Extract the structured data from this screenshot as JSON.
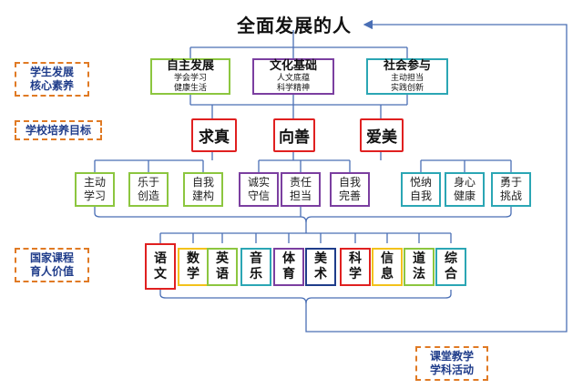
{
  "title": "全面发展的人",
  "side_labels": {
    "core_literacy": [
      "学生发展",
      "核心素养"
    ],
    "school_goals": "学校培养目标",
    "curriculum": [
      "国家课程",
      "育人价值"
    ],
    "activities": [
      "课堂教学",
      "学科活动"
    ]
  },
  "core": [
    {
      "title": "自主发展",
      "sub": [
        "学会学习",
        "健康生活"
      ],
      "color": "#8cc63f"
    },
    {
      "title": "文化基础",
      "sub": [
        "人文底蕴",
        "科学精神"
      ],
      "color": "#7b3fa0"
    },
    {
      "title": "社会参与",
      "sub": [
        "主动担当",
        "实践创新"
      ],
      "color": "#2ba6b4"
    }
  ],
  "goals": [
    "求真",
    "向善",
    "爱美"
  ],
  "goal_color": "#e02020",
  "subgoals": [
    {
      "label": [
        "主动",
        "学习"
      ],
      "color": "#8cc63f"
    },
    {
      "label": [
        "乐于",
        "创造"
      ],
      "color": "#8cc63f"
    },
    {
      "label": [
        "自我",
        "建构"
      ],
      "color": "#8cc63f"
    },
    {
      "label": [
        "诚实",
        "守信"
      ],
      "color": "#7b3fa0"
    },
    {
      "label": [
        "责任",
        "担当"
      ],
      "color": "#7b3fa0"
    },
    {
      "label": [
        "自我",
        "完善"
      ],
      "color": "#7b3fa0"
    },
    {
      "label": [
        "悦纳",
        "自我"
      ],
      "color": "#2ba6b4"
    },
    {
      "label": [
        "身心",
        "健康"
      ],
      "color": "#2ba6b4"
    },
    {
      "label": [
        "勇于",
        "挑战"
      ],
      "color": "#2ba6b4"
    }
  ],
  "subjects": [
    {
      "label": [
        "语",
        "文"
      ],
      "color": "#e02020"
    },
    {
      "label": [
        "数",
        "学"
      ],
      "color": "#f2c21b"
    },
    {
      "label": [
        "英",
        "语"
      ],
      "color": "#8cc63f"
    },
    {
      "label": [
        "音",
        "乐"
      ],
      "color": "#2ba6b4"
    },
    {
      "label": [
        "体",
        "育"
      ],
      "color": "#7b3fa0"
    },
    {
      "label": [
        "美",
        "术"
      ],
      "color": "#1f3c8a"
    },
    {
      "label": [
        "科",
        "学"
      ],
      "color": "#e02020"
    },
    {
      "label": [
        "信",
        "息"
      ],
      "color": "#f2c21b"
    },
    {
      "label": [
        "道",
        "法"
      ],
      "color": "#8cc63f"
    },
    {
      "label": [
        "综",
        "合"
      ],
      "color": "#2ba6b4"
    }
  ],
  "line_color": "#4a6fb5"
}
